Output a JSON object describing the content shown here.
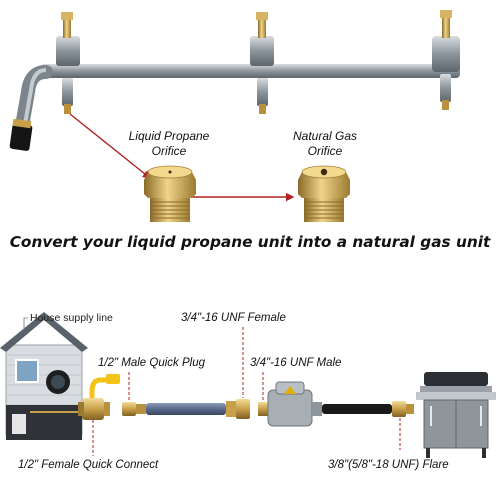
{
  "top_section": {
    "lp_label_line1": "Liquid Propane",
    "lp_label_line2": "Orifice",
    "ng_label_line1": "Natural Gas",
    "ng_label_line2": "Orifice",
    "headline": "Convert your liquid propane unit into a natural gas unit"
  },
  "bottom_section": {
    "house_label": "House supply line",
    "labels": {
      "unf_female": "3/4\"-16 UNF Female",
      "male_quick_plug": "1/2\" Male Quick Plug",
      "unf_male": "3/4\"-16 UNF Male",
      "female_quick_connect": "1/2\" Female  Quick Connect",
      "flare": "3/8\"(5/8\"-18 UNF) Flare"
    }
  },
  "colors": {
    "arrow": "#b22222",
    "brass": "#c9a04a",
    "steel": "#9aa3aa",
    "hose": "#5a6a8a",
    "black_hose": "#1a1a1a"
  }
}
